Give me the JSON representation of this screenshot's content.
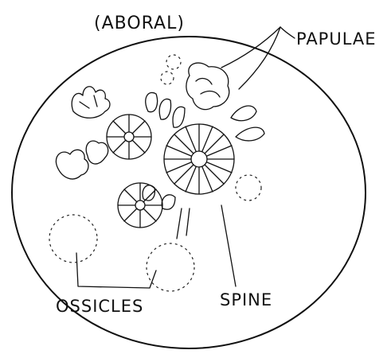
{
  "figure": {
    "view_label": "(ABORAL)",
    "labels": {
      "papulae": "PAPULAE",
      "ossicles": "OSSICLES",
      "spine": "SPINE"
    },
    "ink_color": "#111111",
    "background_color": "#ffffff"
  }
}
